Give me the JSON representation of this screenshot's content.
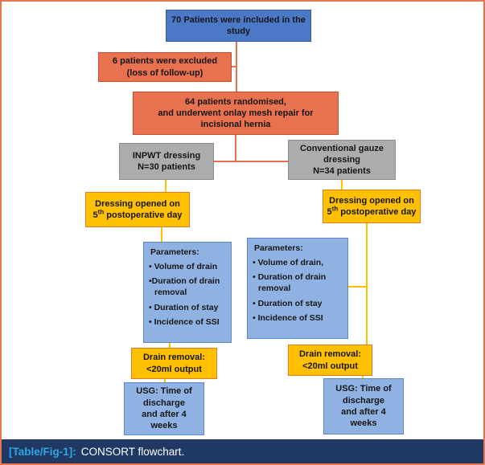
{
  "caption": {
    "label": "[Table/Fig-1]:",
    "text": "CONSORT flowchart."
  },
  "colors": {
    "outer_border": "#E87450",
    "box_blue": "#4B79C7",
    "box_orange": "#E8714F",
    "box_gray": "#ACACAC",
    "box_yellow": "#FFC000",
    "box_light_blue": "#8FB2E3",
    "connector_orange": "#E8714F",
    "connector_yellow": "#FFC000",
    "caption_bar": "#1F3864",
    "caption_label": "#2FA8E1",
    "caption_text": "#FFFFFF"
  },
  "flow": {
    "included": {
      "l1": "70 Patients were included in the",
      "l2": "study"
    },
    "excluded": {
      "l1": "6 patients were excluded",
      "l2": "(loss of follow-up)"
    },
    "randomised": {
      "l1": "64 patients randomised,",
      "l2": "and underwent onlay mesh repair for",
      "l3": "incisional hernia"
    },
    "arm_inpwt": {
      "l1": "INPWT dressing",
      "l2": "N=30 patients"
    },
    "arm_conventional": {
      "l1": "Conventional gauze",
      "l2": "dressing",
      "l3": "N=34 patients"
    },
    "dressing_left": {
      "l1": "Dressing opened on",
      "num": "5",
      "sup": "th",
      "rest": " postoperative day"
    },
    "dressing_right": {
      "l1": "Dressing opened on",
      "num": "5",
      "sup": "th",
      "rest": " postoperative day"
    },
    "params_left": {
      "title": "Parameters:",
      "items": [
        "• Volume of drain",
        "•Duration of drain removal",
        "• Duration of stay",
        "• Incidence of SSI"
      ]
    },
    "params_right": {
      "title": "Parameters:",
      "items": [
        "• Volume of drain,",
        "• Duration of drain removal",
        "• Duration of stay",
        "• Incidence of SSI"
      ]
    },
    "drain_left": {
      "l1": "Drain removal:",
      "l2": "<20ml output"
    },
    "drain_right": {
      "l1": "Drain removal:",
      "l2": "<20ml output"
    },
    "usg_left": {
      "l1": "USG: Time of",
      "l2": "discharge",
      "l3": "and after 4",
      "l4": "weeks"
    },
    "usg_right": {
      "l1": "USG: Time of",
      "l2": "discharge",
      "l3": "and after 4",
      "l4": "weeks"
    }
  }
}
